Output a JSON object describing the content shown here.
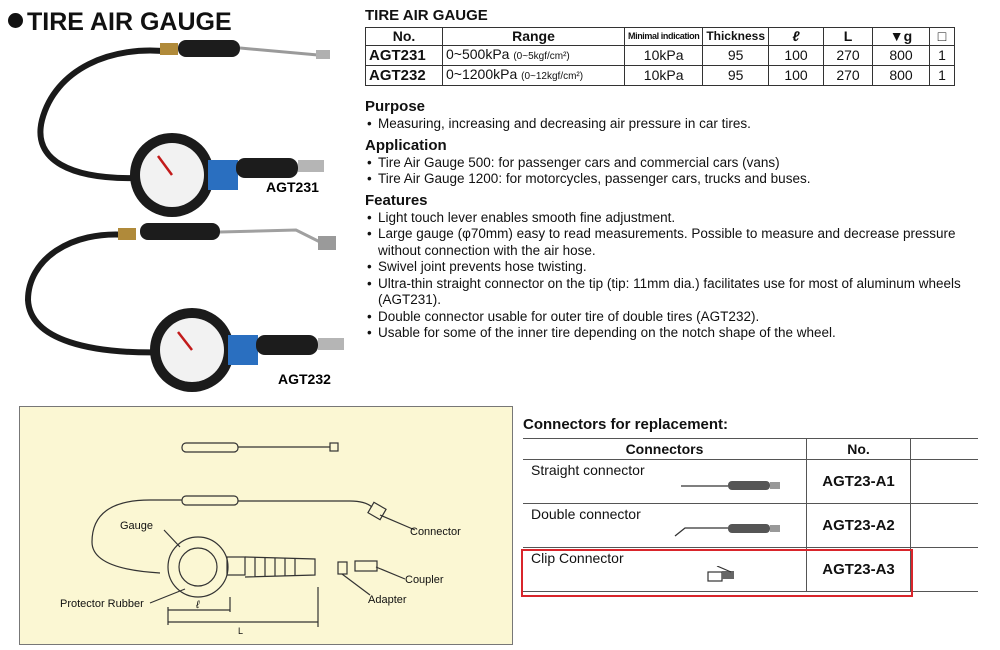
{
  "page_title": "TIRE AIR GAUGE",
  "spec_table": {
    "title": "TIRE AIR  GAUGE",
    "headers": {
      "no": "No.",
      "range": "Range",
      "minimal": "Minimal indication",
      "thickness": "Thickness",
      "ell": "ℓ",
      "L": "L",
      "weight": "▼g",
      "qty": ""
    },
    "rows": [
      {
        "no": "AGT231",
        "range": "0~500kPa",
        "range_sub": "(0~5kgf/cm²)",
        "minimal": "10kPa",
        "thickness": "95",
        "ell": "100",
        "L": "270",
        "weight": "800",
        "qty": "1"
      },
      {
        "no": "AGT232",
        "range": "0~1200kPa",
        "range_sub": "(0~12kgf/cm²)",
        "minimal": "10kPa",
        "thickness": "95",
        "ell": "100",
        "L": "270",
        "weight": "800",
        "qty": "1"
      }
    ]
  },
  "purpose": {
    "title": "Purpose",
    "items": [
      "Measuring, increasing and decreasing air pressure in car tires."
    ]
  },
  "application": {
    "title": "Application",
    "items": [
      "Tire Air Gauge 500: for passenger cars and commercial cars (vans)",
      "Tire Air Gauge 1200: for motorcycles, passenger cars, trucks and buses."
    ]
  },
  "features": {
    "title": "Features",
    "items": [
      "Light touch lever enables smooth fine adjustment.",
      "Large gauge (φ70mm) easy to read measurements. Possible to measure and decrease pressure without connection with the air hose.",
      "Swivel joint prevents hose twisting.",
      "Ultra-thin straight connector on the tip (tip: 11mm dia.) facilitates use for most of aluminum wheels (AGT231).",
      "Double connector usable for outer tire of double tires (AGT232).",
      "Usable for some of the inner tire depending on the notch shape of the wheel."
    ]
  },
  "product_labels": {
    "agt231": "AGT231",
    "agt232": "AGT232"
  },
  "diagram": {
    "gauge": "Gauge",
    "connector": "Connector",
    "coupler": "Coupler",
    "adapter": "Adapter",
    "protector_rubber": "Protector Rubber",
    "ell": "ℓ",
    "L": "L"
  },
  "connectors": {
    "title": "Connectors for replacement:",
    "headers": {
      "connectors": "Connectors",
      "no": "No."
    },
    "rows": [
      {
        "name": "Straight connector",
        "code": "AGT23-A1"
      },
      {
        "name": "Double connector",
        "code": "AGT23-A2"
      },
      {
        "name": "Clip Connector",
        "code": "AGT23-A3"
      }
    ]
  },
  "colors": {
    "diagram_bg": "#fbf7d3",
    "highlight": "#d9252b",
    "gauge_blue": "#2a6fc0"
  }
}
